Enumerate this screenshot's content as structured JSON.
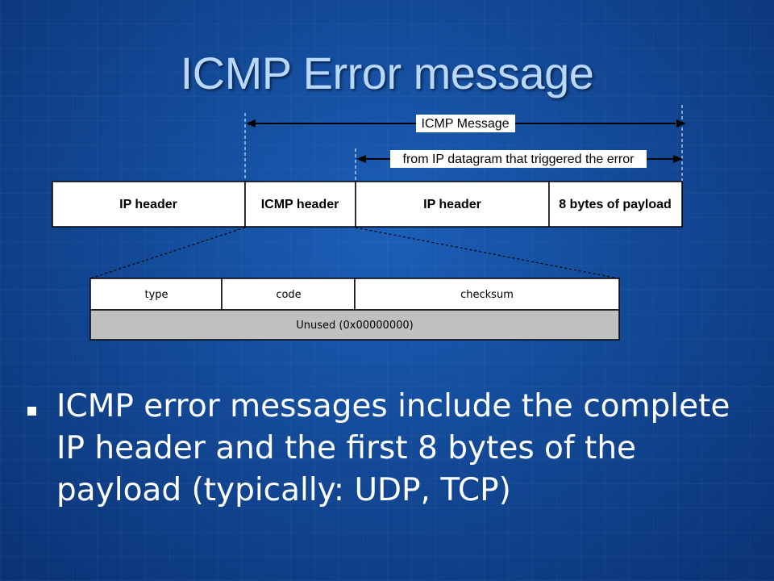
{
  "title": "ICMP Error message",
  "diagram": {
    "span_labels": {
      "icmp_message": "ICMP Message",
      "triggering_datagram": "from IP datagram that triggered the error"
    },
    "packet_fields": [
      "IP header",
      "ICMP header",
      "IP header",
      "8 bytes of payload"
    ],
    "icmp_header_fields": {
      "row1": [
        "type",
        "code",
        "checksum"
      ],
      "row2": "Unused (0x00000000)"
    }
  },
  "bullet": "ICMP error messages include the complete IP header and the first 8 bytes of the payload (typically: UDP, TCP)"
}
